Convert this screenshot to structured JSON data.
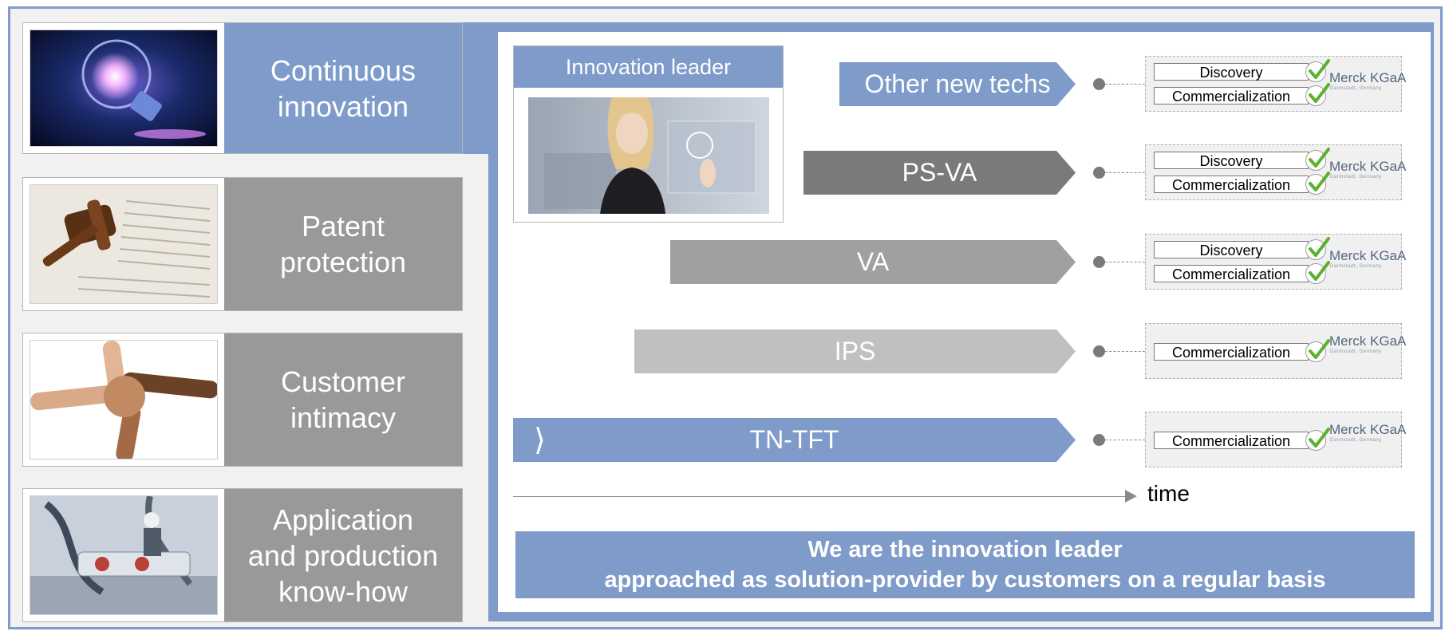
{
  "left_cards": [
    {
      "label": "Continuous\ninnovation",
      "image": "lightbulb-photo",
      "active": true
    },
    {
      "label": "Patent\nprotection",
      "image": "gavel-photo",
      "active": false
    },
    {
      "label": "Customer\nintimacy",
      "image": "joined-hands-photo",
      "active": false
    },
    {
      "label": "Application\nand production\nknow-how",
      "image": "production-machinery-photo",
      "active": false
    }
  ],
  "leader": {
    "title": "Innovation leader",
    "image": "woman-touchscreen-photo"
  },
  "technologies": [
    {
      "label": "Other new techs",
      "color": "#7e9bc9",
      "stages": [
        "Discovery",
        "Commercialization"
      ]
    },
    {
      "label": "PS-VA",
      "color": "#7a7a7a",
      "stages": [
        "Discovery",
        "Commercialization"
      ]
    },
    {
      "label": "VA",
      "color": "#a0a0a0",
      "stages": [
        "Discovery",
        "Commercialization"
      ]
    },
    {
      "label": "IPS",
      "color": "#c0c0c0",
      "stages": [
        "Commercialization"
      ]
    },
    {
      "label": "TN-TFT",
      "color": "#7e9bc9",
      "stages": [
        "Commercialization"
      ]
    }
  ],
  "company": {
    "name": "Merck KGaA",
    "location": "Darmstadt, Germany"
  },
  "timeline": {
    "label": "time"
  },
  "banner": {
    "line1": "We are the innovation leader",
    "line2": "approached as solution-provider by customers on a regular basis"
  },
  "colors": {
    "accent": "#7e9bc9",
    "grey_card": "#999999",
    "check_green": "#5ab030"
  }
}
